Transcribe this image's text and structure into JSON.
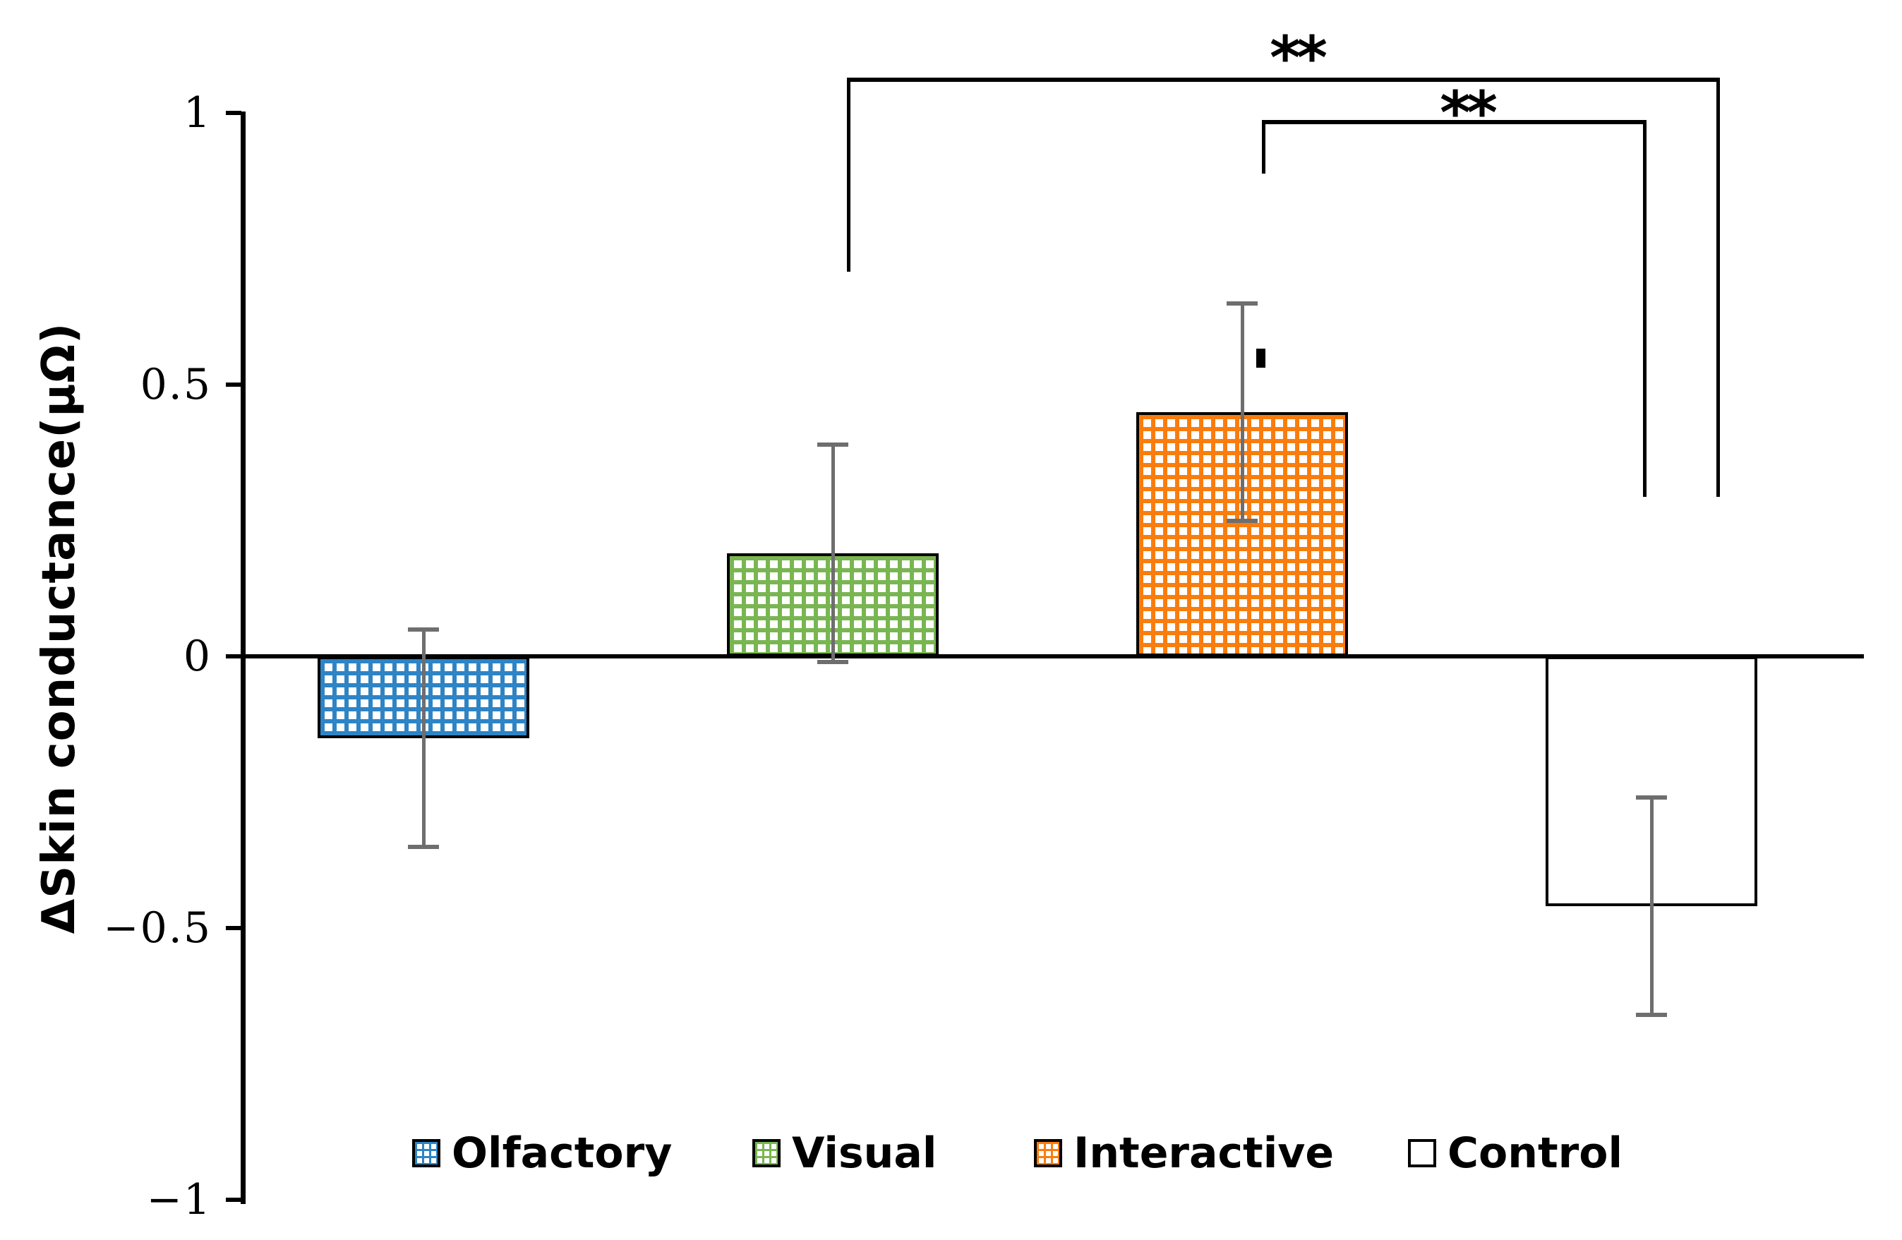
{
  "figure": {
    "background": "#FFFFFF",
    "axis_color": "#000000",
    "error_bar_color": "#6E6E6E"
  },
  "chart_data": {
    "type": "bar",
    "title": "",
    "xlabel": "",
    "ylabel": "ΔSkin conductance(μΩ)",
    "categories": [
      "Olfactory",
      "Visual",
      "Interactive",
      "Control"
    ],
    "values": [
      -0.15,
      0.19,
      0.45,
      -0.46
    ],
    "error_bars": [
      0.2,
      0.2,
      0.2,
      0.2
    ],
    "ylim": [
      -1,
      1
    ],
    "yticks": [
      1,
      0.5,
      0,
      -0.5,
      -1
    ],
    "ytick_labels": [
      "1",
      "0.5",
      "0",
      "−0.5",
      "−1"
    ],
    "grid": false,
    "bar_fill_pattern": "square-grid crosshatch",
    "colors": [
      "#2E84C5",
      "#79B652",
      "#F97D0E",
      "#FFFFFF"
    ],
    "legend_position": "bottom",
    "legend": [
      {
        "label": "Olfactory",
        "color": "#2E84C5"
      },
      {
        "label": "Visual",
        "color": "#79B652"
      },
      {
        "label": "Interactive",
        "color": "#F97D0E"
      },
      {
        "label": "Control",
        "color": "#FFFFFF"
      }
    ],
    "significance": [
      {
        "label": "**",
        "from": "Visual",
        "to": "Control"
      },
      {
        "label": "**",
        "from": "Interactive",
        "to": "Control"
      }
    ]
  }
}
